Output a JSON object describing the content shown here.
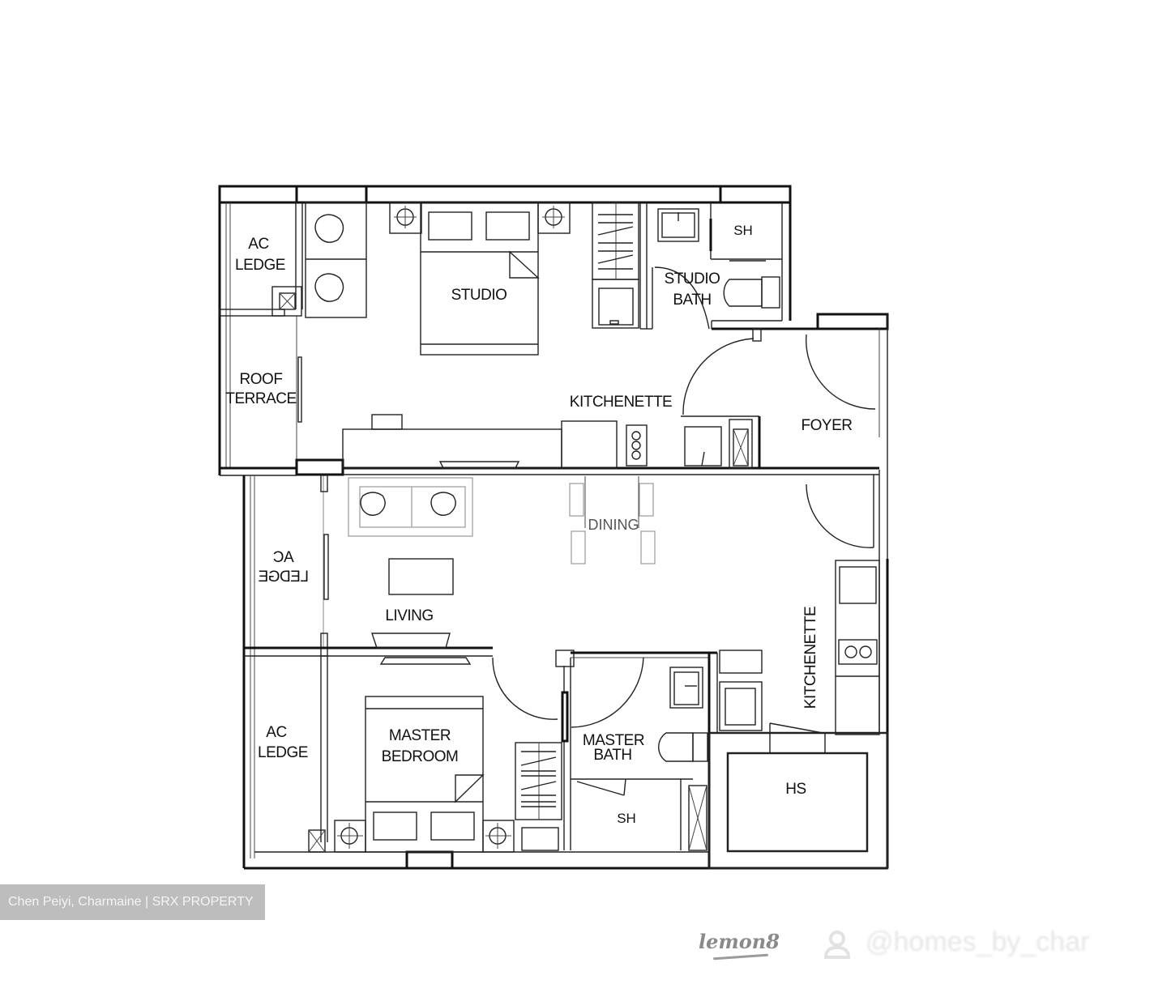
{
  "plan": {
    "rooms": {
      "ac_ledge_top": [
        "AC",
        "LEDGE"
      ],
      "roof_terrace": [
        "ROOF",
        "TERRACE"
      ],
      "studio": "STUDIO",
      "studio_bath": [
        "STUDIO",
        "BATH"
      ],
      "studio_sh": "SH",
      "kitchenette_top": "KITCHENETTE",
      "foyer": "FOYER",
      "dining": "DINING",
      "ac_ledge_mid_mirrored": [
        "AC",
        "LEDGE"
      ],
      "living": "LIVING",
      "kitchenette_right": "KITCHENETTE",
      "ac_ledge_bottom": [
        "AC",
        "LEDGE"
      ],
      "master_bedroom": [
        "MASTER",
        "BEDROOM"
      ],
      "master_bath": [
        "MASTER",
        "BATH"
      ],
      "master_sh": "SH",
      "hs": "HS"
    }
  },
  "credit": {
    "text": "Chen Peiyi, Charmaine | SRX PROPERTY"
  },
  "watermark": {
    "logo": "lemon8",
    "handle": "@homes_by_char"
  },
  "colors": {
    "line": "#111111",
    "credit_bg": "#bdbdbd",
    "credit_text": "#f4f4f4"
  }
}
